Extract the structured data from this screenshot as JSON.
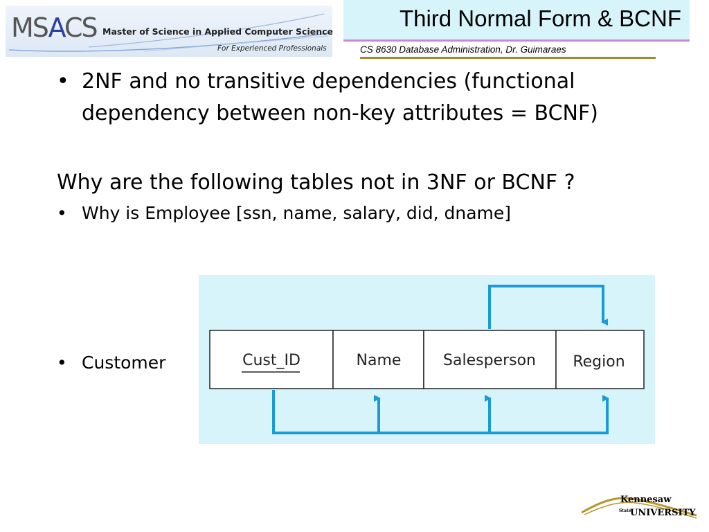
{
  "header": {
    "logo": {
      "ms_prefix": "MS",
      "a_letter": "A",
      "cs_suffix": "CS",
      "program": "Master of Science in Applied Computer Science",
      "tagline": "For Experienced Professionals"
    },
    "title": "Third Normal Form & BCNF",
    "course": "CS 8630 Database Administration, Dr. Guimaraes"
  },
  "content": {
    "bullet_glyph": "•",
    "bullet1": "2NF and no transitive dependencies (functional dependency between non-key attributes = BCNF)",
    "question": "Why are the following tables not in 3NF or BCNF ?",
    "bullet2": "Why is Employee [ssn, name, salary, did, dname]",
    "bullet3": "Customer"
  },
  "diagram": {
    "columns": [
      "Cust_ID",
      "Name",
      "Salesperson",
      "Region"
    ],
    "key_column": "Cust_ID",
    "arrow_color": "#1a9ad6"
  },
  "footer": {
    "university_line1": "Kennesaw",
    "university_state": "State",
    "university_line2": "UNIVERSITY"
  },
  "colors": {
    "title_bg": "#d7f4fb",
    "title_underline": "#c48ad6",
    "rule": "#a8862f",
    "diagram_bg": "#d7f4fb",
    "logo_blue": "#2a3f9e"
  }
}
